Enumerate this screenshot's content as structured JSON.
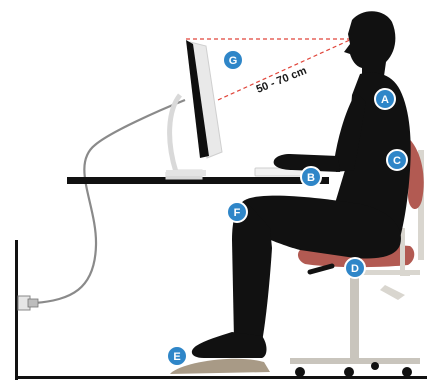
{
  "measurement": {
    "distance_label": "50 - 70 cm"
  },
  "callouts": {
    "A": "A",
    "B": "B",
    "C": "C",
    "D": "D",
    "E": "E",
    "F": "F",
    "G": "G"
  },
  "colors": {
    "figure": "#111111",
    "callout_fill": "#2f86c8",
    "callout_stroke": "#ffffff",
    "chair_seat": "#b25a52",
    "chair_metal": "#c9c5bd",
    "sightline": "#e0453a",
    "monitor_frame": "#e9e9e9",
    "cable": "#8a8a8a",
    "footrest": "#a89a86"
  }
}
